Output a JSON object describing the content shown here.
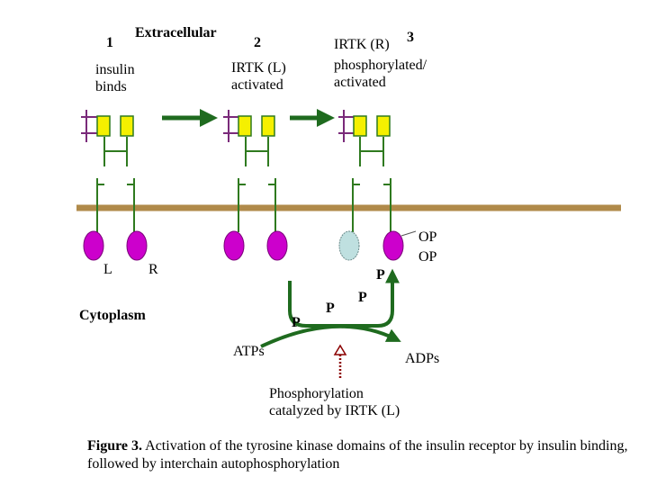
{
  "stages": [
    {
      "number": "1",
      "title": "insulin\nbinds"
    },
    {
      "number": "2",
      "title": "IRTK (L)\nactivated"
    },
    {
      "number": "3",
      "title": "IRTK (R)",
      "subtitle": "phosphorylated/\nactivated"
    }
  ],
  "region_labels": {
    "extracellular": "Extracellular",
    "cytoplasm": "Cytoplasm"
  },
  "chain_labels": {
    "left": "L",
    "right": "R"
  },
  "phosphate_labels": {
    "op_1": "OP",
    "op_2": "OP",
    "p_arrow": "P",
    "p_curve_left": "P",
    "p_curve_mid": "P",
    "p_curve_low": "P"
  },
  "reaction": {
    "substrate": "ATPs",
    "product": "ADPs"
  },
  "catalysis_note": "Phosphorylation\ncatalyzed by IRTK (L)",
  "caption": {
    "figure_label": "Figure 3.",
    "text": " Activation of the tyrosine kinase domains of the insulin receptor by insulin binding, followed by interchain autophosphorylation"
  },
  "colors": {
    "membrane": "#b08a4a",
    "receptor": "#2f7a1f",
    "insulin": "#7a2a7a",
    "binding_domain": "#f5f000",
    "kinase": "#cc00cc",
    "kinase_phosphorylated": "#bfe0e0",
    "arrow": "#1f6b1f",
    "catalysis_arrow": "#8b0000"
  }
}
